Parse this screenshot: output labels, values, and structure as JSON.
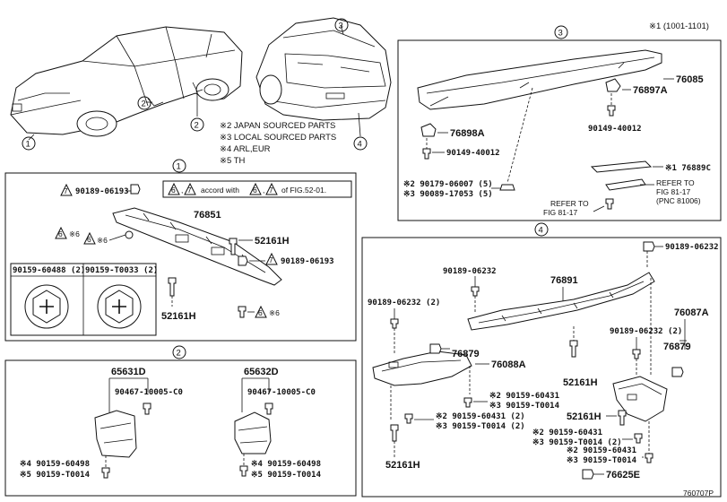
{
  "header_note": "※1 (1001-1101)",
  "footer_code": "760707P",
  "legend": [
    "※2 JAPAN SOURCED PARTS",
    "※3 LOCAL SOURCED PARTS",
    "※4 ARL,EUR",
    "※5 TH"
  ],
  "callouts": {
    "c1": "1",
    "c2": "2",
    "c3": "3",
    "c4": "4",
    "c7": "7",
    "c6": "6"
  },
  "section1": {
    "parts": {
      "p_90189_06193_top": "90189-06193",
      "p_76851": "76851",
      "p_52161H_right": "52161H",
      "p_90189_06193_right": "90189-06193",
      "p_52161H_bottom": "52161H",
      "note_6_x6_a": "※6",
      "note_6_x6_b": "※6",
      "note_6_x6_bottom": "※6"
    },
    "accord_note": {
      "a": "6",
      "comma": ",",
      "b": "7",
      "mid": "accord with",
      "c": "6",
      "comma2": ",",
      "d": "7",
      "end": "of FIG.52-01."
    },
    "table": {
      "col1": "90159-60488 (2)",
      "col2": "90159-T0033 (2)"
    }
  },
  "section2": {
    "left": {
      "pn": "65631D",
      "bolt": "90467-10005-C0",
      "n4": "※4 90159-60498",
      "n5": "※5 90159-T0014"
    },
    "right": {
      "pn": "65632D",
      "bolt": "90467-10005-C0",
      "n4": "※4 90159-60498",
      "n5": "※5 90159-T0014"
    }
  },
  "section3": {
    "p_76897A": "76897A",
    "p_76085": "76085",
    "p_90149_40012_a": "90149-40012",
    "p_76898A": "76898A",
    "p_90149_40012_b": "90149-40012",
    "n2": "※2 90179-06007 (5)",
    "n3": "※3 90089-17053 (5)",
    "p_76889C": "※1 76889C",
    "refer1_a": "REFER TO",
    "refer1_b": "FIG 81-17",
    "refer1_c": "(PNC 81006)",
    "refer2_a": "REFER TO",
    "refer2_b": "FIG 81-17"
  },
  "section4": {
    "p_90189_06232_tr": "90189-06232",
    "p_90189_06232_l": "90189-06232",
    "p_76891": "76891",
    "p_90189_06232_2l": "90189-06232 (2)",
    "p_76879_l": "76879",
    "p_76088A": "76088A",
    "p_52161H_c": "52161H",
    "p_76087A": "76087A",
    "p_90189_06232_2r": "90189-06232 (2)",
    "p_76879_r": "76879",
    "n2a": "※2 90159-60431",
    "n3a": "※3 90159-T0014",
    "n2b": "※2 90159-60431 (2)",
    "n3b": "※3 90159-T0014 (2)",
    "p_52161H_r": "52161H",
    "n2c": "※2 90159-60431",
    "n3c": "※3 90159-T0014 (2)",
    "n2d": "※2 90159-60431",
    "n3d": "※3 90159-T0014",
    "p_76625E": "76625E",
    "p_52161H_bl": "52161H"
  }
}
